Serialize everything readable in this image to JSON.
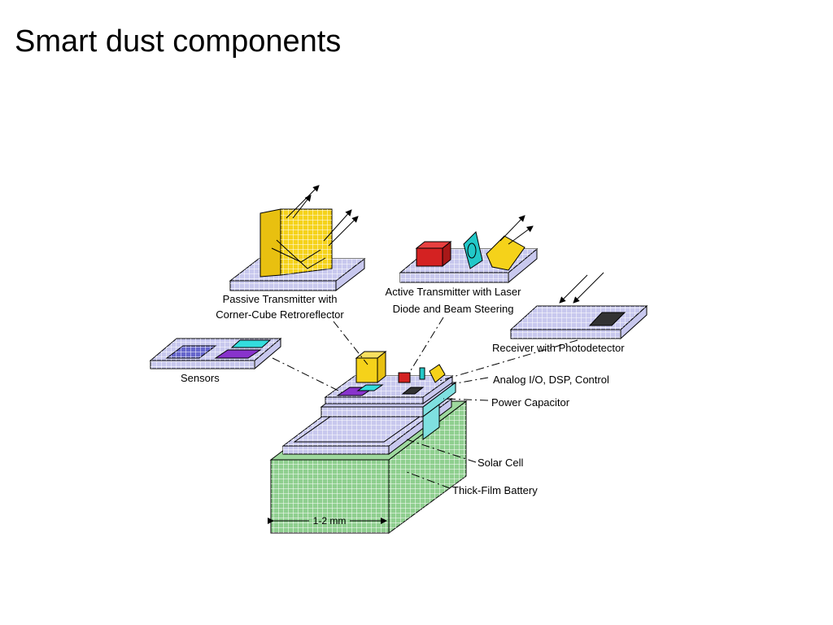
{
  "title": "Smart dust components",
  "labels": {
    "passive_line1": "Passive Transmitter with",
    "passive_line2": "Corner-Cube Retroreflector",
    "active_line1": "Active Transmitter with Laser",
    "active_line2": "Diode and Beam Steering",
    "sensors": "Sensors",
    "receiver": "Receiver with Photodetector",
    "analog": "Analog I/O, DSP, Control",
    "power": "Power Capacitor",
    "solar": "Solar Cell",
    "battery": "Thick-Film Battery",
    "dimension": "1-2 mm"
  },
  "colors": {
    "platform": "#c8c8ee",
    "battery": "#8fcf8f",
    "cube": "#f5d21a",
    "laser": "#d42222",
    "lens": "#22c8c8",
    "sensor_purple": "#8833cc",
    "sensor_cyan": "#33dddd",
    "detector": "#333333"
  }
}
